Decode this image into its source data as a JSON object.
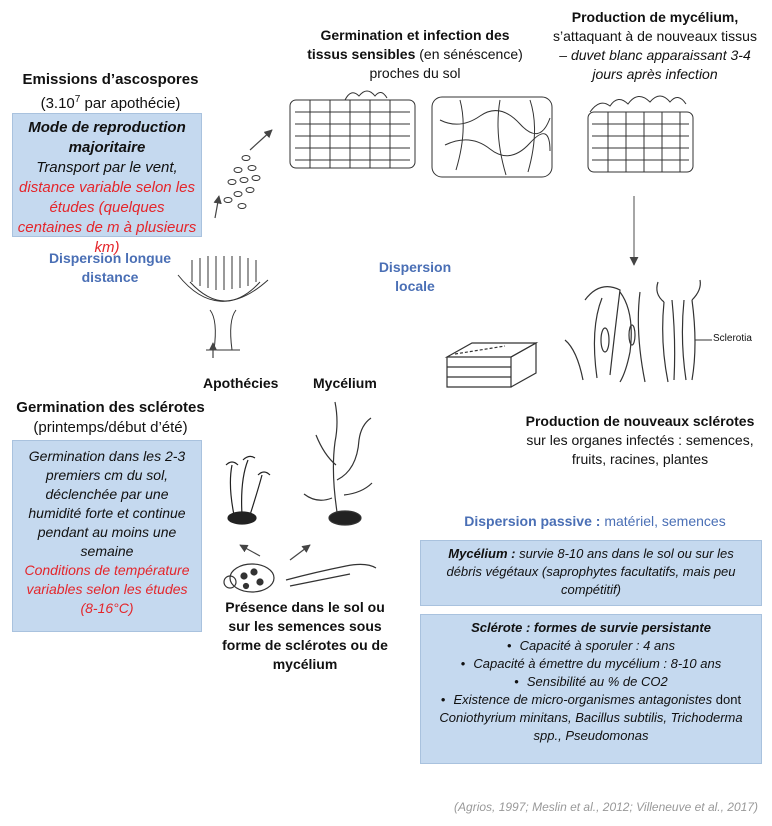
{
  "emissions": {
    "title": "Emissions d’ascospores",
    "sub_prefix": "(3.10",
    "sub_sup": "7",
    "sub_suffix": " par apothécie)"
  },
  "mode_box": {
    "title": "Mode de reproduction majoritaire",
    "line1": "Transport par le vent,",
    "red_text": "distance variable selon les études (quelques centaines de m à plusieurs km)"
  },
  "germ_infection": {
    "title": "Germination et infection des tissus sensibles",
    "rest": " (en sénéscence) proches du sol"
  },
  "prod_mycelium": {
    "title": "Production de mycélium,",
    "line1": "s’attaquant à de nouveaux tissus",
    "italic": "– duvet blanc apparaissant 3-4 jours après infection"
  },
  "dispersion_longue": "Dispersion longue distance",
  "dispersion_locale": "Dispersion locale",
  "apothecies_label": "Apothécies",
  "mycelium_label": "Mycélium",
  "sclerotia_label": "Sclerotia",
  "germ_sclerotes": {
    "title": "Germination des sclérotes",
    "sub": "(printemps/début d’été)"
  },
  "germ_box": {
    "text": "Germination dans les 2-3 premiers cm du sol, déclenchée par une humidité forte et continue pendant au moins une semaine",
    "red_text": "Conditions de température variables selon les études (8-16°C)"
  },
  "presence": "Présence dans le sol ou sur les semences sous forme de sclérotes ou de mycélium",
  "prod_sclerotes": {
    "title": "Production de nouveaux sclérotes",
    "rest": " sur les organes infectés : semences, fruits, racines, plantes"
  },
  "dispersion_passive": {
    "label": "Dispersion passive :",
    "rest": " matériel, semences"
  },
  "mycelium_box": {
    "label": "Mycélium :",
    "rest": " survie 8-10 ans dans le sol ou sur les débris végétaux (saprophytes facultatifs, mais peu compétitif)"
  },
  "sclerote_box": {
    "title": "Sclérote : formes de survie persistante",
    "items": [
      "Capacité à sporuler : 4 ans",
      "Capacité à émettre du mycélium : 8-10 ans",
      "Sensibilité au % de CO2"
    ],
    "last_item_italic": "Existence de micro-organismes antagonistes",
    "last_item_normal": " dont ",
    "last_item_species": "Coniothyrium minitans, Bacillus subtilis, Trichoderma spp., Pseudomonas"
  },
  "citation": "(Agrios, 1997; Meslin et al., 2012; Villeneuve et al., 2017)"
}
